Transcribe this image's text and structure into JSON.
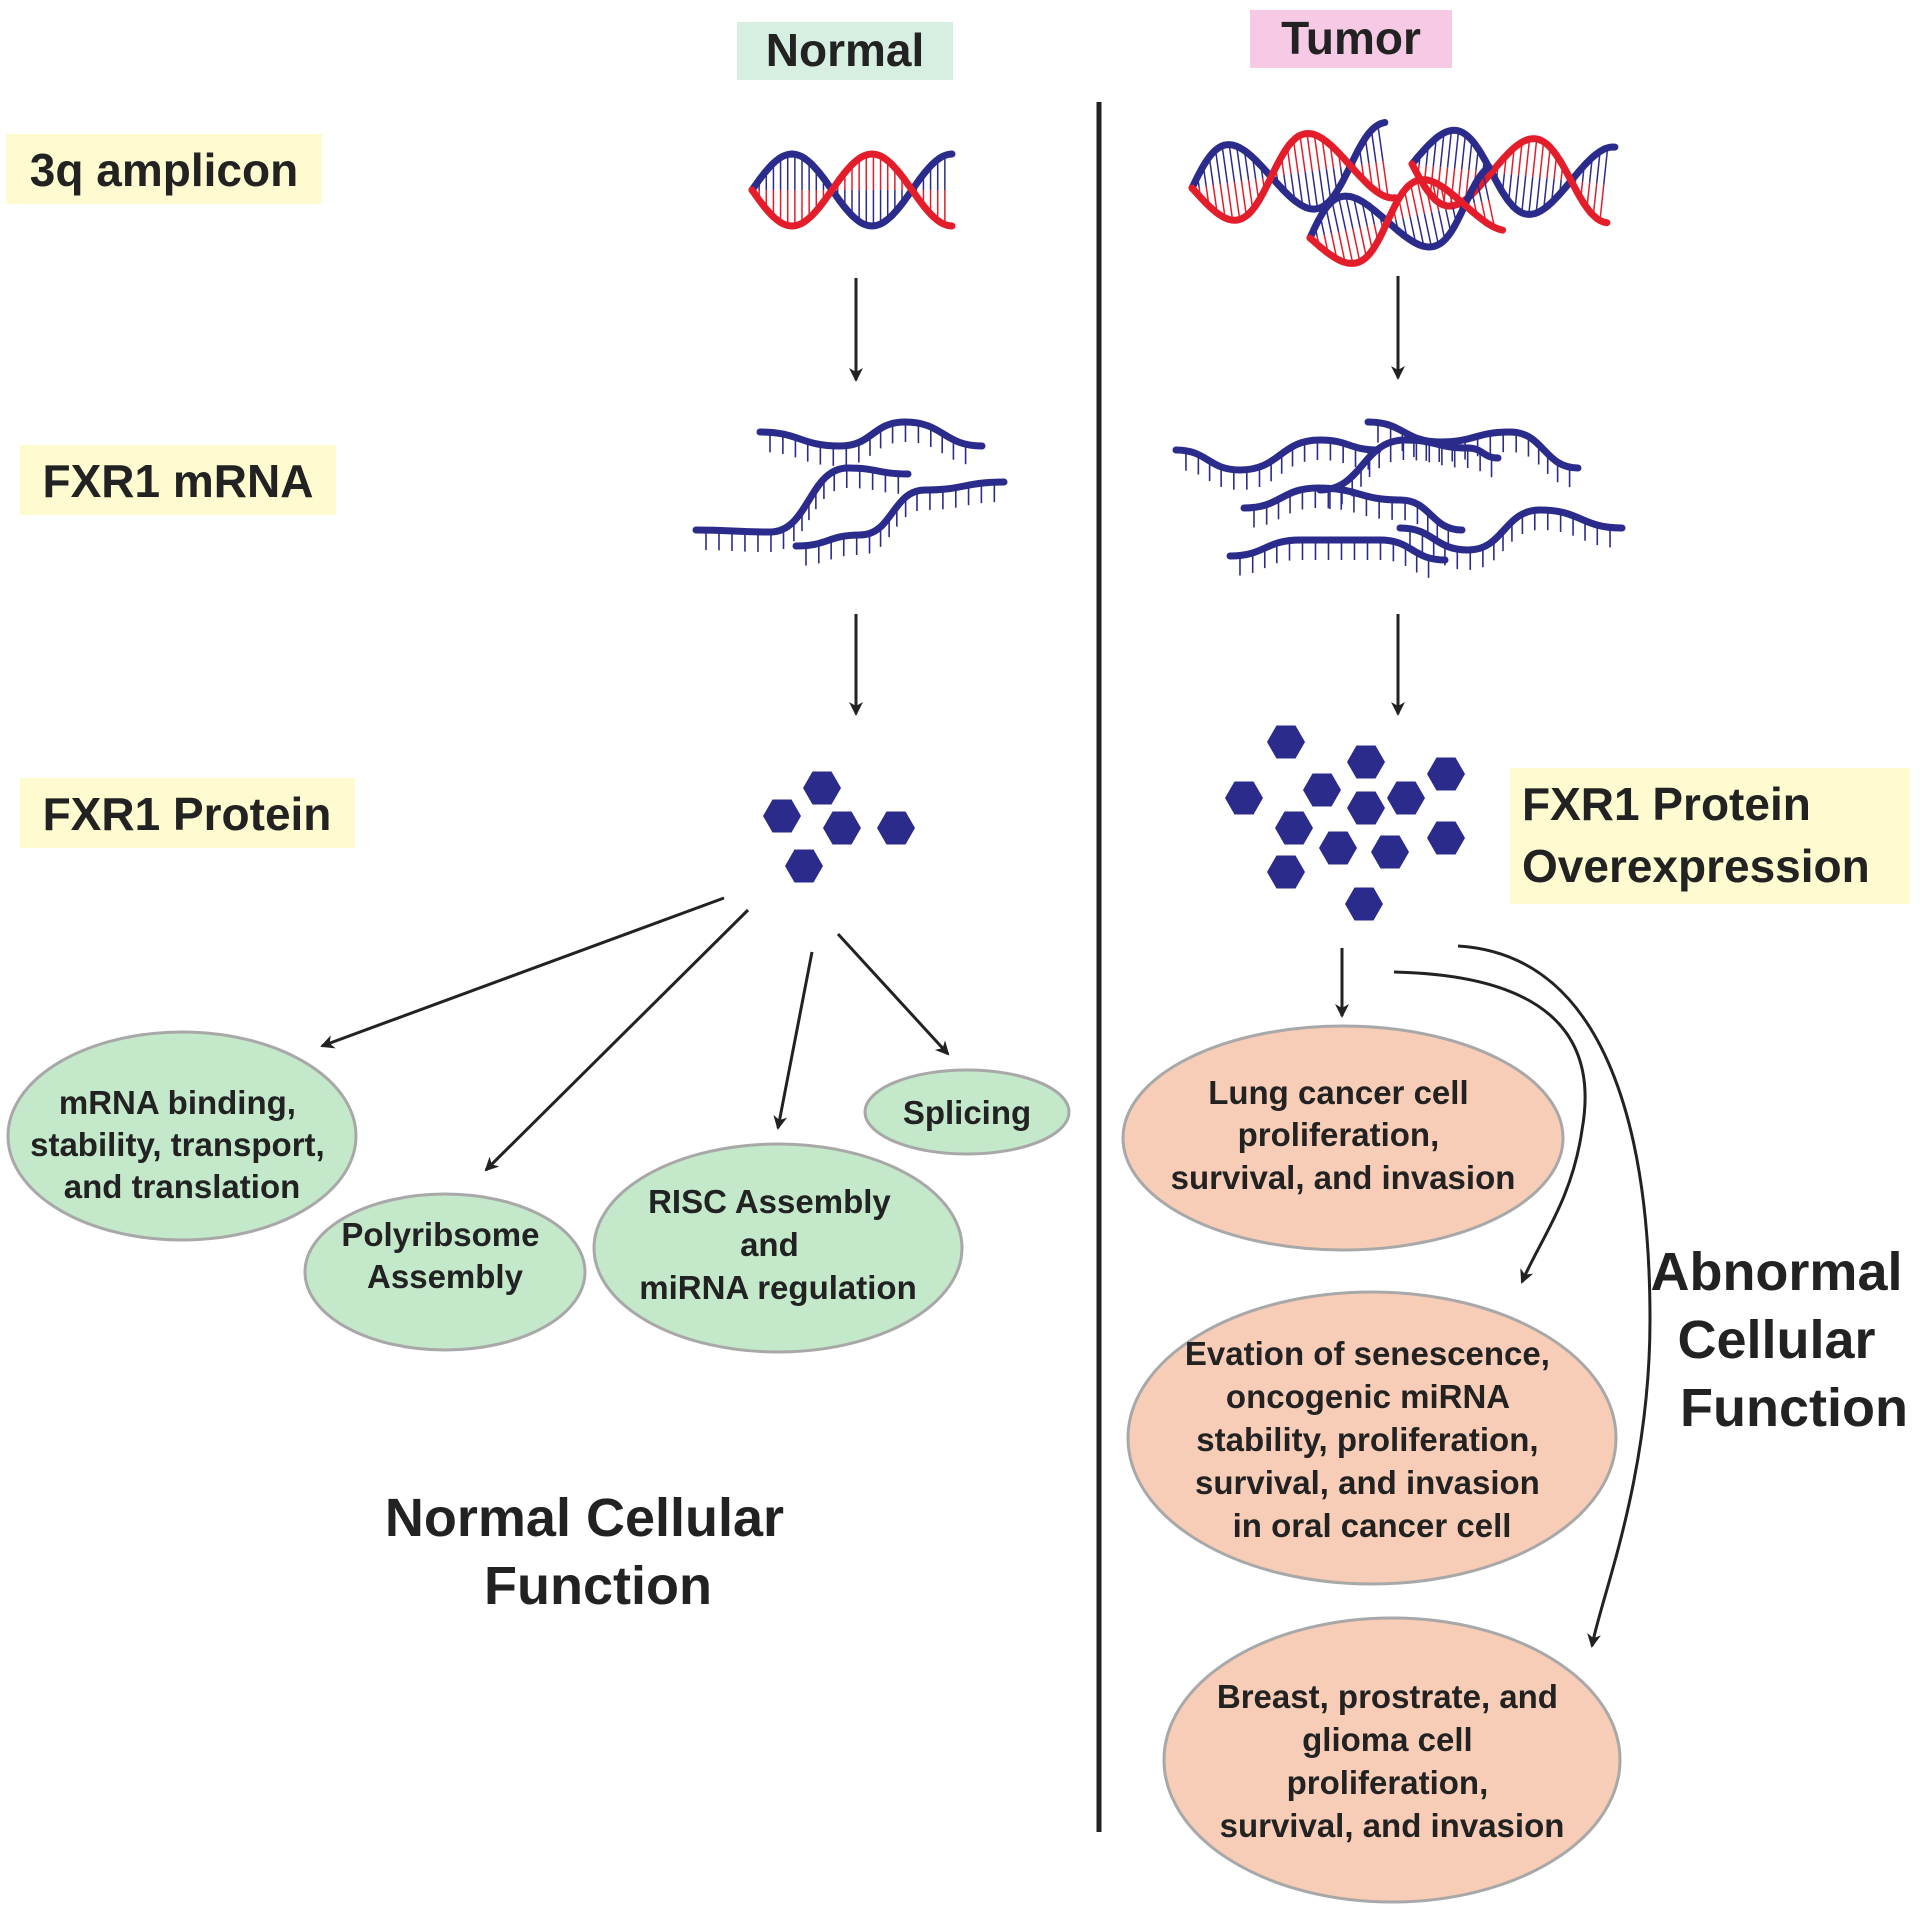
{
  "headers": {
    "normal": "Normal",
    "tumor": "Tumor"
  },
  "row_labels": {
    "amplicon": "3q amplicon",
    "mrna": "FXR1 mRNA",
    "protein": "FXR1 Protein",
    "overexpression": [
      "FXR1 Protein",
      "Overexpression"
    ]
  },
  "normal_functions": {
    "mrna_binding": [
      "mRNA binding,",
      "stability, transport,",
      "and translation"
    ],
    "polyribosome": [
      "Polyribsome",
      "Assembly"
    ],
    "risc": [
      "RISC Assembly",
      "and",
      "miRNA regulation"
    ],
    "splicing": [
      "Splicing"
    ]
  },
  "tumor_functions": {
    "lung": [
      "Lung cancer cell",
      "proliferation,",
      "survival, and invasion"
    ],
    "oral": [
      "Evation of senescence,",
      "oncogenic miRNA",
      "stability, proliferation,",
      "survival, and invasion",
      "in oral cancer cell"
    ],
    "breast": [
      "Breast, prostrate, and",
      "glioma cell",
      "proliferation,",
      "survival, and invasion"
    ]
  },
  "summaries": {
    "normal": [
      "Normal Cellular",
      "Function"
    ],
    "abnormal": [
      "Abnormal",
      "Cellular",
      "Function"
    ]
  },
  "colors": {
    "label_bg": "#fdfbcf",
    "normal_header_bg": "#d6efe0",
    "tumor_header_bg": "#f6c9e4",
    "normal_ellipse": "#c4e8ca",
    "tumor_ellipse": "#f8cdb7",
    "dna_blue": "#2b2b8c",
    "dna_red": "#e41d2b",
    "protein": "#2b2b8c",
    "text": "#222222",
    "arrow": "#222222",
    "ellipse_stroke": "#a8a8a8"
  },
  "icons": {
    "dna": "dna-double-helix-icon",
    "mrna": "mrna-strand-icon",
    "protein": "protein-hexagon-icon"
  }
}
